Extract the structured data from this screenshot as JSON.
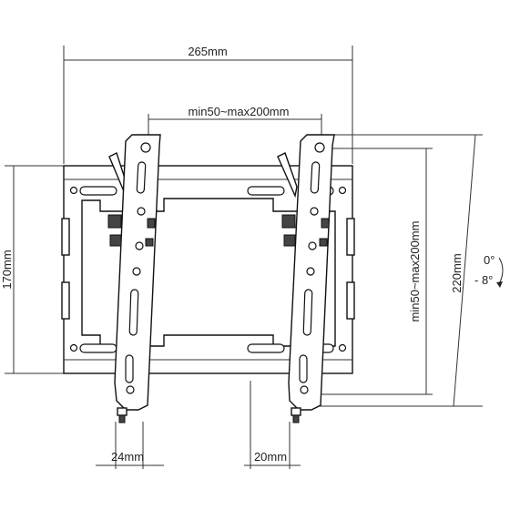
{
  "dimensions": {
    "total_width": "265mm",
    "vesa_horizontal": "min50~max200mm",
    "height": "170mm",
    "vesa_vertical": "min50~max200mm",
    "arm_height": "220mm",
    "tilt_max": "0°",
    "tilt_min": "- 8°",
    "arm_offset": "24mm",
    "wall_distance": "20mm"
  }
}
